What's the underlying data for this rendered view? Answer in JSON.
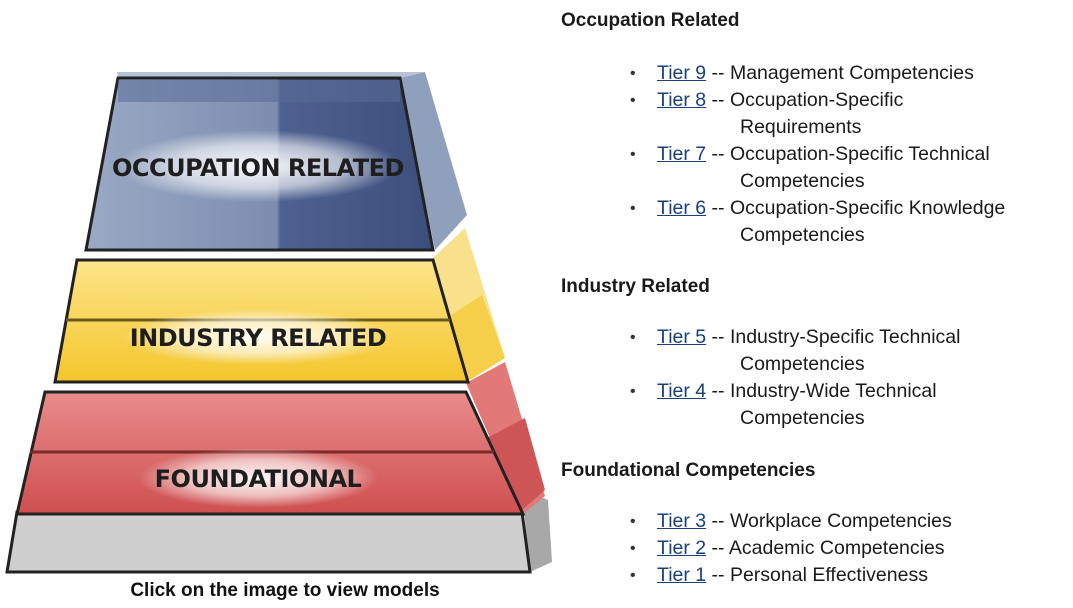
{
  "pyramid": {
    "layers": {
      "occupation": "OCCUPATION  RELATED",
      "industry": "INDUSTRY  RELATED",
      "foundational": "FOUNDATIONAL"
    },
    "caption": "Click on the image to view models",
    "colors": {
      "occupation": "#6d7fa3",
      "industry": "#f8d54d",
      "foundational": "#d85c5c",
      "base": "#c9c9c9"
    }
  },
  "sections": [
    {
      "heading": "Occupation Related",
      "tiers": [
        {
          "link": "Tier 9",
          "sep": " -- ",
          "text": "Management Competencies",
          "cont": ""
        },
        {
          "link": "Tier 8",
          "sep": " -- ",
          "text": "Occupation-Specific",
          "cont": "Requirements"
        },
        {
          "link": "Tier 7",
          "sep": " -- ",
          "text": "Occupation-Specific Technical",
          "cont": "Competencies"
        },
        {
          "link": "Tier 6",
          "sep": " -- ",
          "text": "Occupation-Specific Knowledge",
          "cont": "Competencies"
        }
      ]
    },
    {
      "heading": "Industry Related",
      "tiers": [
        {
          "link": "Tier 5",
          "sep": " -- ",
          "text": "Industry-Specific Technical",
          "cont": "Competencies"
        },
        {
          "link": "Tier 4",
          "sep": " -- ",
          "text": "Industry-Wide Technical",
          "cont": "Competencies"
        }
      ]
    },
    {
      "heading": "Foundational Competencies",
      "tiers": [
        {
          "link": "Tier 3",
          "sep": " -- ",
          "text": "Workplace Competencies",
          "cont": ""
        },
        {
          "link": "Tier 2",
          "sep": " -- ",
          "text": "Academic Competencies",
          "cont": ""
        },
        {
          "link": "Tier 1",
          "sep": " -- ",
          "text": "Personal Effectiveness",
          "cont": ""
        }
      ]
    }
  ]
}
